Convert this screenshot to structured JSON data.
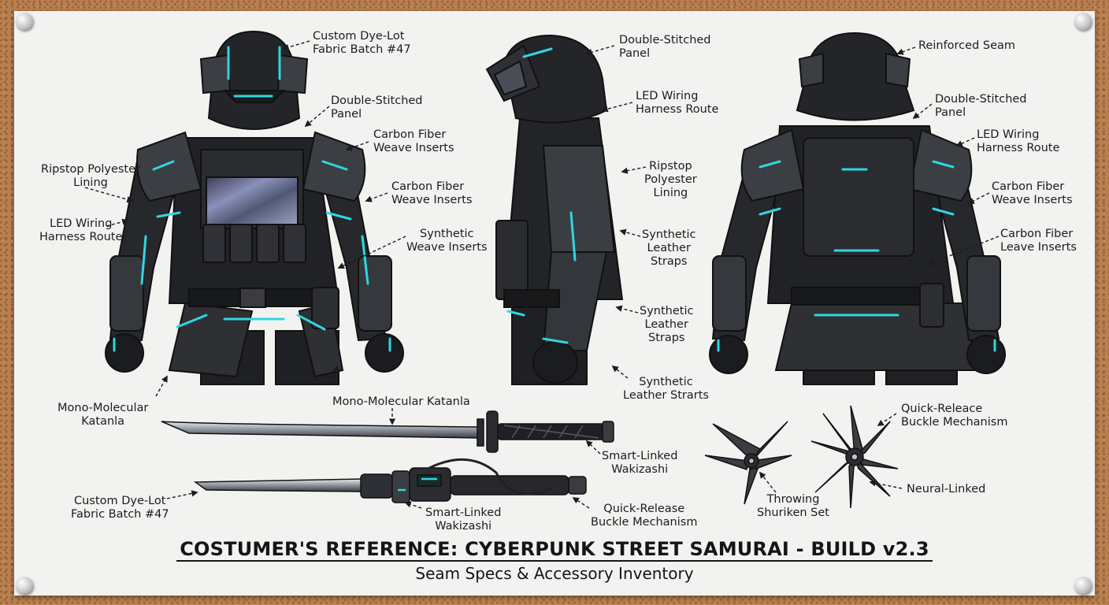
{
  "title": "COSTUMER'S REFERENCE: CYBERPUNK STREET SAMURAI - BUILD v2.3",
  "subtitle": "Seam Specs & Accessory Inventory",
  "colors": {
    "accent": "#2fd6e0",
    "armor": "#2b2d31",
    "paper": "#f2f2f0",
    "cork": "#b9804f"
  },
  "front_labels": {
    "dye_lot": "Custom Dye-Lot\nFabric Batch #47",
    "double_stitched": "Double-Stitched\nPanel",
    "carbon_1": "Carbon Fiber\nWeave Inserts",
    "ripstop": "Ripstop Polyester\nLining",
    "carbon_2": "Carbon Fiber\nWeave Inserts",
    "led": "LED Wiring\nHarness Route",
    "synthetic_weave": "Synthetic\nWeave Inserts"
  },
  "side_labels": {
    "double_stitched": "Double-Stitched\nPanel",
    "led": "LED Wiring\nHarness Route",
    "ripstop": "Ripstop\nPolyester\nLining",
    "straps_1": "Synthetic\nLeather\nStraps",
    "straps_2": "Synthetic\nLeather\nStraps",
    "starts": "Synthetic\nLeather Strarts"
  },
  "back_labels": {
    "reinforced": "Reinforced Seam",
    "double_stitched": "Double-Stitched\nPanel",
    "led": "LED Wiring\nHarness Route",
    "carbon": "Carbon Fiber\nWeave Inserts",
    "leave": "Carbon Fiber\nLeave Inserts"
  },
  "accessory_labels": {
    "katana_left": "Mono-Molecular\nKatanla",
    "katana_top": "Mono-Molecular Katanla",
    "smart_linked_1": "Smart-Linked\nWakizashi",
    "dye_lot_2": "Custom Dye-Lot\nFabric Batch #47",
    "smart_linked_2": "Smart-Linked\nWakizashi",
    "quick_release_1": "Quick-Release\nBuckle Mechanism",
    "quick_release_2": "Quick-Releace\nBuckle Mechanism",
    "neural": "Neural-Linked",
    "shuriken": "Throwing\nShuriken Set"
  }
}
